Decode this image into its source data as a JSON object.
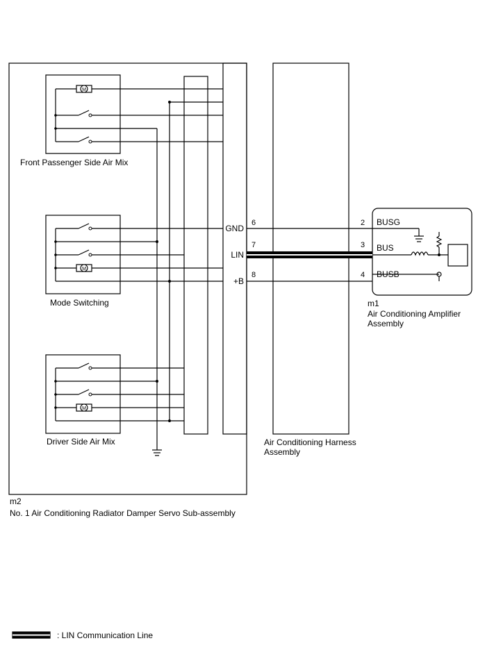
{
  "components": {
    "front_passenger": "Front Passenger Side Air Mix",
    "mode_switching": "Mode Switching",
    "driver_side": "Driver Side Air Mix",
    "m2_code": "m2",
    "m2_name": "No. 1 Air Conditioning Radiator Damper Servo Sub-assembly",
    "harness_line1": "Air Conditioning Harness",
    "harness_line2": "Assembly",
    "m1_code": "m1",
    "m1_line1": "Air Conditioning Amplifier",
    "m1_line2": "Assembly"
  },
  "left_terminals": {
    "gnd": "GND",
    "lin": "LIN",
    "b": "+B",
    "pin_gnd": "6",
    "pin_lin": "7",
    "pin_b": "8"
  },
  "right_terminals": {
    "busg": "BUSG",
    "bus": "BUS",
    "busb": "BUSB",
    "pin_busg": "2",
    "pin_bus": "3",
    "pin_busb": "4"
  },
  "motor_symbol": "M",
  "legend": {
    "label": ": LIN Communication Line"
  }
}
